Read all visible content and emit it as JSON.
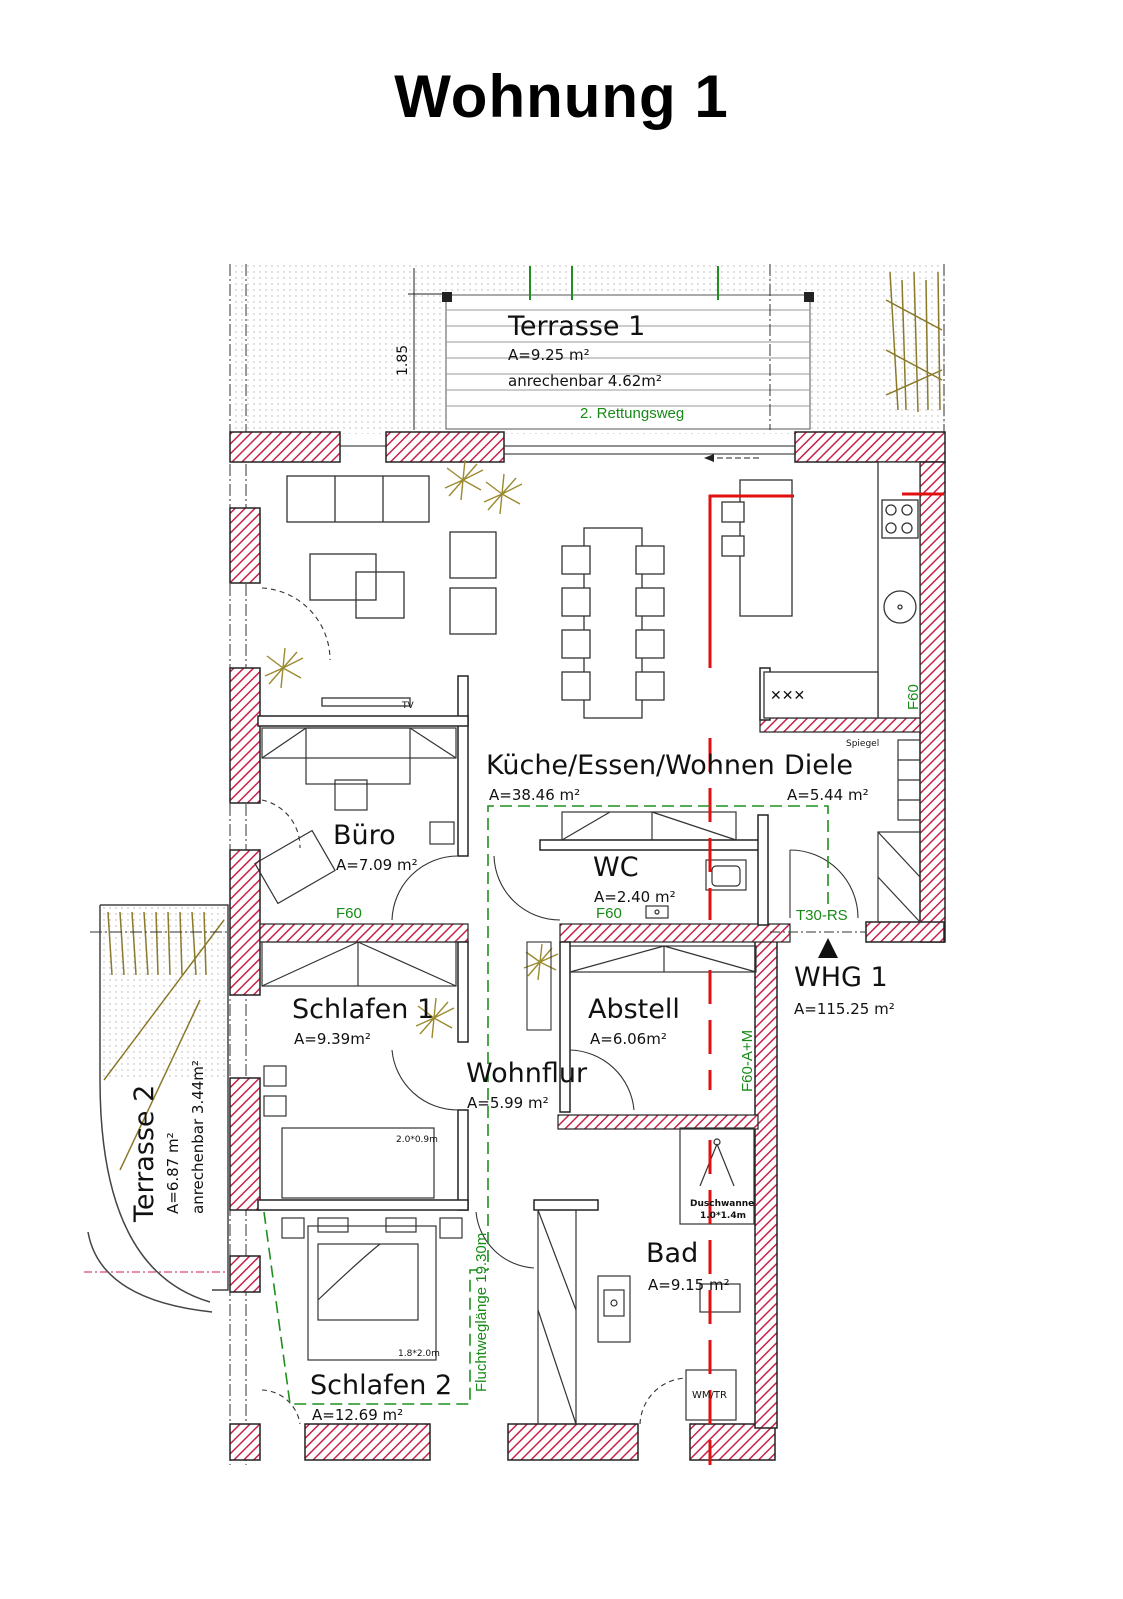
{
  "title": "Wohnung 1",
  "rooms": {
    "terrasse1": {
      "name": "Terrasse 1",
      "area": "A=9.25 m²",
      "credit": "anrechenbar 4.62m²",
      "note": "2. Rettungsweg",
      "dim": "1.85"
    },
    "kueche": {
      "name": "Küche/Essen/Wohnen",
      "area": "A=38.46 m²"
    },
    "diele": {
      "name": "Diele",
      "area": "A=5.44 m²"
    },
    "buero": {
      "name": "Büro",
      "area": "A=7.09 m²"
    },
    "wc": {
      "name": "WC",
      "area": "A=2.40 m²"
    },
    "schlafen1": {
      "name": "Schlafen 1",
      "area": "A=9.39m²"
    },
    "abstell": {
      "name": "Abstell",
      "area": "A=6.06m²"
    },
    "wohnflur": {
      "name": "Wohnflur",
      "area": "A=5.99 m²"
    },
    "bad": {
      "name": "Bad",
      "area": "A=9.15 m²"
    },
    "schlafen2": {
      "name": "Schlafen 2",
      "area": "A=12.69 m²"
    },
    "terrasse2": {
      "name": "Terrasse 2",
      "area": "A=6.87 m²",
      "credit": "anrechenbar 3.44m²"
    }
  },
  "unit": {
    "name": "WHG 1",
    "area": "A=115.25 m²"
  },
  "fire": {
    "f60_kitchen": "F60",
    "f60_buero": "F60",
    "f60_wc": "F60",
    "t30": "T30-RS",
    "f60am": "F60-A+M"
  },
  "escape_length": "Fluchtweglänge 19.30m",
  "fixtures": {
    "tv": "TV",
    "spiegel": "Spiegel",
    "bed1": "2.0*0.9m",
    "bed2": "1.8*2.0m",
    "dusch": "Duschwanne",
    "dusch_size": "1.0*1.4m",
    "wmtr": "WM/TR"
  },
  "colors": {
    "wall_hatch": "#c8224a",
    "fire_line": "#e01010",
    "escape_line": "#1f8f1f"
  }
}
